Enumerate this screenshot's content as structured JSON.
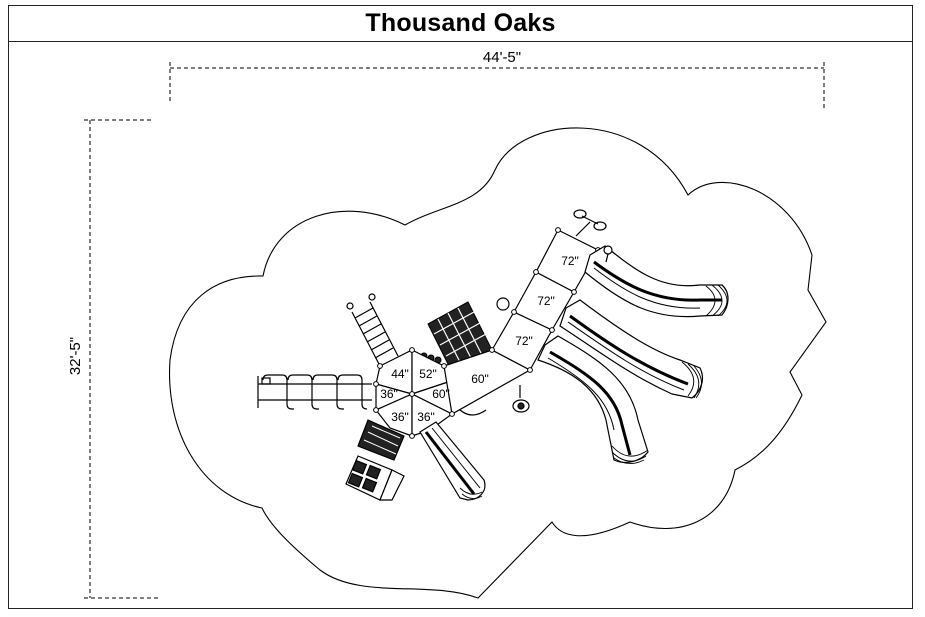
{
  "title": "Thousand Oaks",
  "dimensions": {
    "width": "44'-5\"",
    "height": "32'-5\""
  },
  "decks": [
    {
      "id": "d44",
      "label": "44\""
    },
    {
      "id": "d52",
      "label": "52\""
    },
    {
      "id": "d36a",
      "label": "36\""
    },
    {
      "id": "d60a",
      "label": "60\""
    },
    {
      "id": "d60b",
      "label": "60\""
    },
    {
      "id": "d36b",
      "label": "36\""
    },
    {
      "id": "d36c",
      "label": "36\""
    },
    {
      "id": "d72a",
      "label": "72\""
    },
    {
      "id": "d72b",
      "label": "72\""
    },
    {
      "id": "d72c",
      "label": "72\""
    }
  ]
}
